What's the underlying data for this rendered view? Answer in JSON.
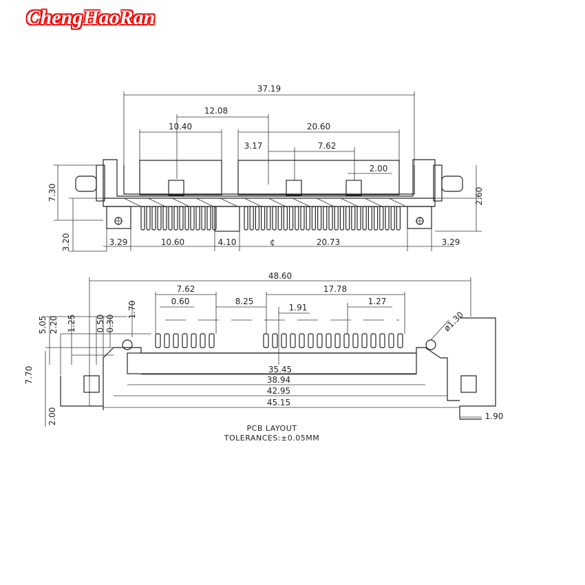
{
  "brand": {
    "text": "ChengHaoRan",
    "color": "#e11111"
  },
  "top_view": {
    "dims": {
      "overall_width": "37.19",
      "offset_mid": "12.08",
      "left_block": "10.40",
      "right_block": "20.60",
      "small_offset": "3.17",
      "pitch_mid": "7.62",
      "peg_width": "2.00",
      "height_left": "7.30",
      "height_right": "2.60",
      "bottom_left_height": "3.20",
      "ear_left": "3.29",
      "pin_span_left": "10.60",
      "gap": "4.10",
      "pin_span_right": "20.73",
      "ear_right": "3.29",
      "centerline_mark": "¢"
    }
  },
  "pcb_view": {
    "dims": {
      "overall_width": "48.60",
      "group_a_span": "7.62",
      "group_b_span": "17.78",
      "pad_width": "0.60",
      "group_gap": "8.25",
      "pad_pitch_a": "1.91",
      "pad_pitch_b": "1.27",
      "hole_dia": "ø1.30",
      "h_170": "1.70",
      "h_505": "5.05",
      "h_220": "2.20",
      "h_125": "1.25",
      "h_050": "0.50",
      "h_030": "0.30",
      "h_770": "7.70",
      "h_200": "2.00",
      "w_3545": "35.45",
      "w_3894": "38.94",
      "w_4295": "42.95",
      "w_4515": "45.15",
      "w_190": "1.90"
    },
    "notes": {
      "title": "PCB LAYOUT",
      "tolerance": "TOLERANCES:±0.05MM"
    }
  }
}
